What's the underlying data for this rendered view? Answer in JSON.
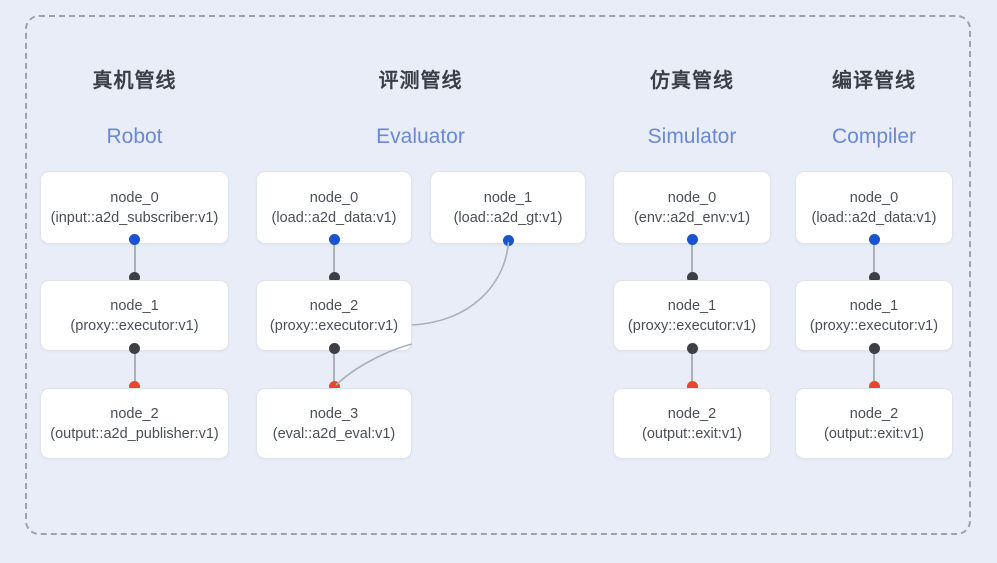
{
  "diagram": {
    "background_color": "#e8edf8",
    "frame_border_color": "#9aa3b4",
    "accent_blue": "#1a53d0",
    "accent_red": "#e8472d",
    "accent_dark": "#3c3f45",
    "title_en_color": "#6b88d6"
  },
  "columns": [
    {
      "title_cn": "真机管线",
      "title_en": "Robot",
      "nodes": [
        {
          "name": "node_0",
          "type": "(input::a2d_subscriber:v1)"
        },
        {
          "name": "node_1",
          "type": "(proxy::executor:v1)"
        },
        {
          "name": "node_2",
          "type": "(output::a2d_publisher:v1)"
        }
      ]
    },
    {
      "title_cn": "评测管线",
      "title_en": "Evaluator",
      "nodes": [
        {
          "name": "node_0",
          "type": "(load::a2d_data:v1)"
        },
        {
          "name": "node_2",
          "type": "(proxy::executor:v1)"
        },
        {
          "name": "node_3",
          "type": "(eval::a2d_eval:v1)"
        },
        {
          "name": "node_1",
          "type": "(load::a2d_gt:v1)"
        }
      ]
    },
    {
      "title_cn": "仿真管线",
      "title_en": "Simulator",
      "nodes": [
        {
          "name": "node_0",
          "type": "(env::a2d_env:v1)"
        },
        {
          "name": "node_1",
          "type": "(proxy::executor:v1)"
        },
        {
          "name": "node_2",
          "type": "(output::exit:v1)"
        }
      ]
    },
    {
      "title_cn": "编译管线",
      "title_en": "Compiler",
      "nodes": [
        {
          "name": "node_0",
          "type": "(load::a2d_data:v1)"
        },
        {
          "name": "node_1",
          "type": "(proxy::executor:v1)"
        },
        {
          "name": "node_2",
          "type": "(output::exit:v1)"
        }
      ]
    }
  ]
}
